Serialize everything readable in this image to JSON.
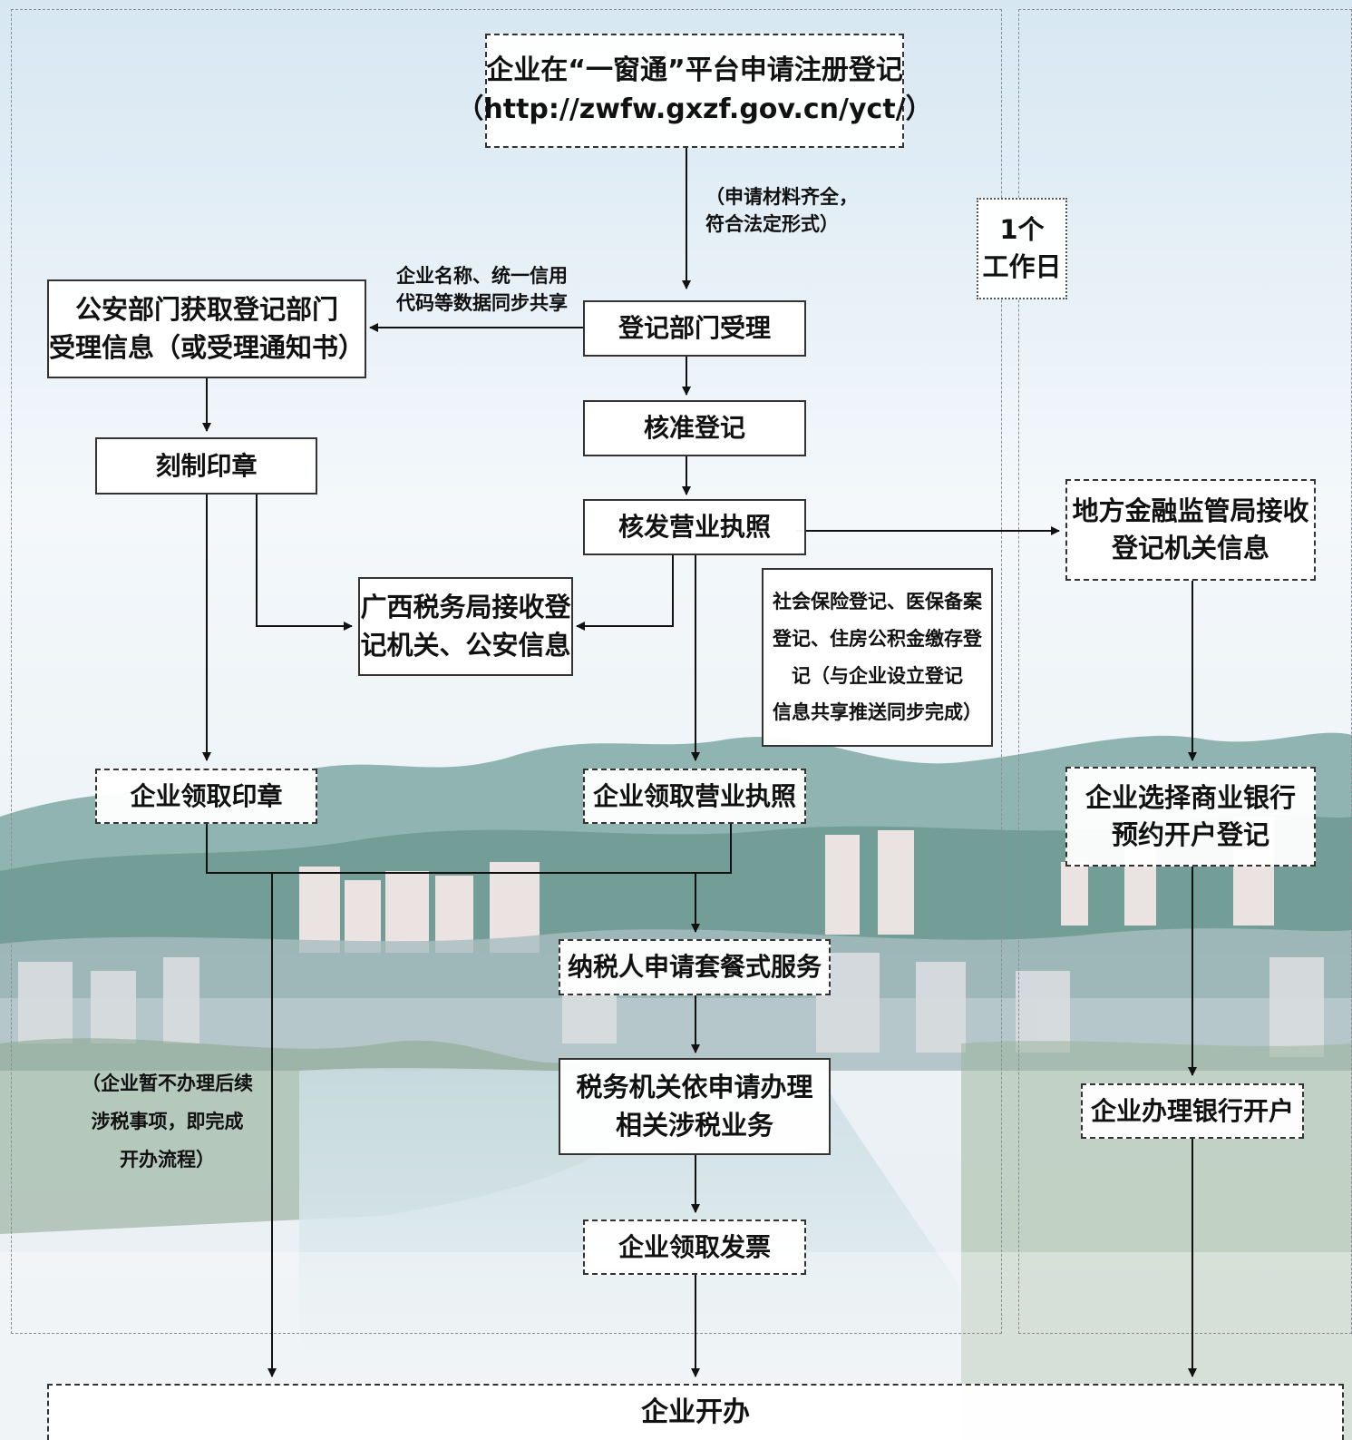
{
  "nodes": {
    "apply": {
      "line1": "企业在“一窗通”平台申请注册登记",
      "line2": "（http://zwfw.gxzf.gov.cn/yct/）"
    },
    "accept": "登记部门受理",
    "police": {
      "line1": "公安部门获取登记部门",
      "line2": "受理信息（或受理通知书）"
    },
    "approve": "核准登记",
    "carve": "刻制印章",
    "license": "核发营业执照",
    "finance": {
      "line1": "地方金融监管局接收",
      "line2": "登记机关信息"
    },
    "tax_receive": {
      "line1": "广西税务局接收登",
      "line2": "记机关、公安信息"
    },
    "social": {
      "line1": "社会保险登记、医保备案",
      "line2": "登记、住房公积金缴存登",
      "line3": "记（与企业设立登记",
      "line4": "信息共享推送同步完成）"
    },
    "seal_pick": "企业领取印章",
    "license_pick": "企业领取营业执照",
    "bank_select": {
      "line1": "企业选择商业银行",
      "line2": "预约开户登记"
    },
    "taxpayer": "纳税人申请套餐式服务",
    "tax_handle": {
      "line1": "税务机关依申请办理",
      "line2": "相关涉税业务"
    },
    "bank_open": "企业办理银行开户",
    "invoice": "企业领取发票",
    "final": "企业开办",
    "workday": {
      "line1": "1个",
      "line2": "工作日"
    }
  },
  "labels": {
    "materials": {
      "line1": "（申请材料齐全，",
      "line2": "符合法定形式）"
    },
    "sync": {
      "line1": "企业名称、统一信用",
      "line2": "代码等数据同步共享"
    },
    "no_tax": {
      "line1": "（企业暂不办理后续",
      "line2": "涉税事项，即完成",
      "line3": "开办流程）"
    }
  }
}
